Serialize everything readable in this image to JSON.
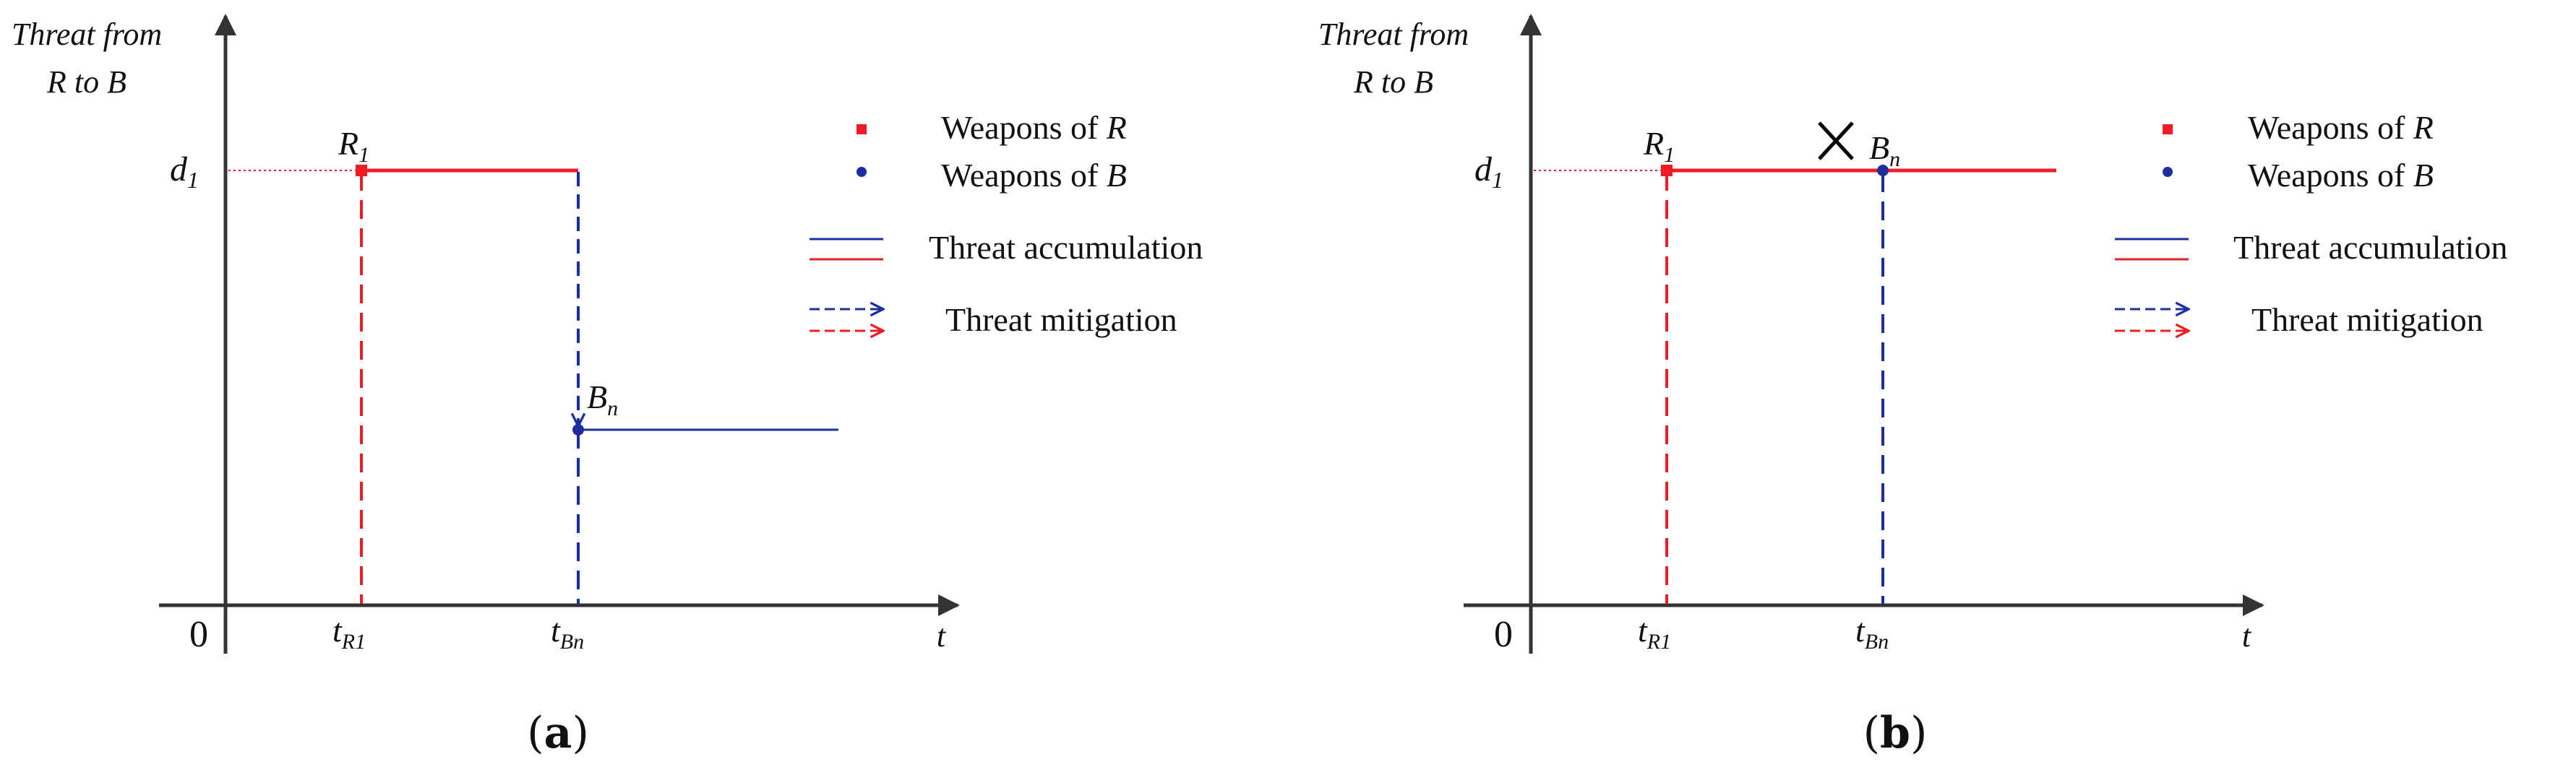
{
  "colors": {
    "red": "#ee1c25",
    "blue": "#1d2f9f",
    "axis": "#333333",
    "text": "#111111"
  },
  "legend": {
    "weapons_r": "Weapons of ",
    "weapons_r_var": "R",
    "weapons_b": "Weapons of ",
    "weapons_b_var": "B",
    "accumulation": "Threat accumulation",
    "mitigation": "Threat mitigation"
  },
  "panels": [
    {
      "caption_open": "(",
      "caption_letter": "a",
      "caption_close": ")",
      "y_label_line1": "Threat from",
      "y_label_line2": "R to B",
      "x_label": "t",
      "origin": "0",
      "d_label": "d",
      "d_sub": "1",
      "r_point": "R",
      "r_sub": "1",
      "b_point": "B",
      "b_sub": "n",
      "tick_r": "t",
      "tick_r_sub": "R1",
      "tick_b": "t",
      "tick_b_sub": "Bn",
      "mitigation_blocked": false
    },
    {
      "caption_open": "(",
      "caption_letter": "b",
      "caption_close": ")",
      "y_label_line1": "Threat from",
      "y_label_line2": "R to B",
      "x_label": "t",
      "origin": "0",
      "d_label": "d",
      "d_sub": "1",
      "r_point": "R",
      "r_sub": "1",
      "b_point": "B",
      "b_sub": "n",
      "tick_r": "t",
      "tick_r_sub": "R1",
      "tick_b": "t",
      "tick_b_sub": "Bn",
      "mitigation_blocked": true
    }
  ]
}
